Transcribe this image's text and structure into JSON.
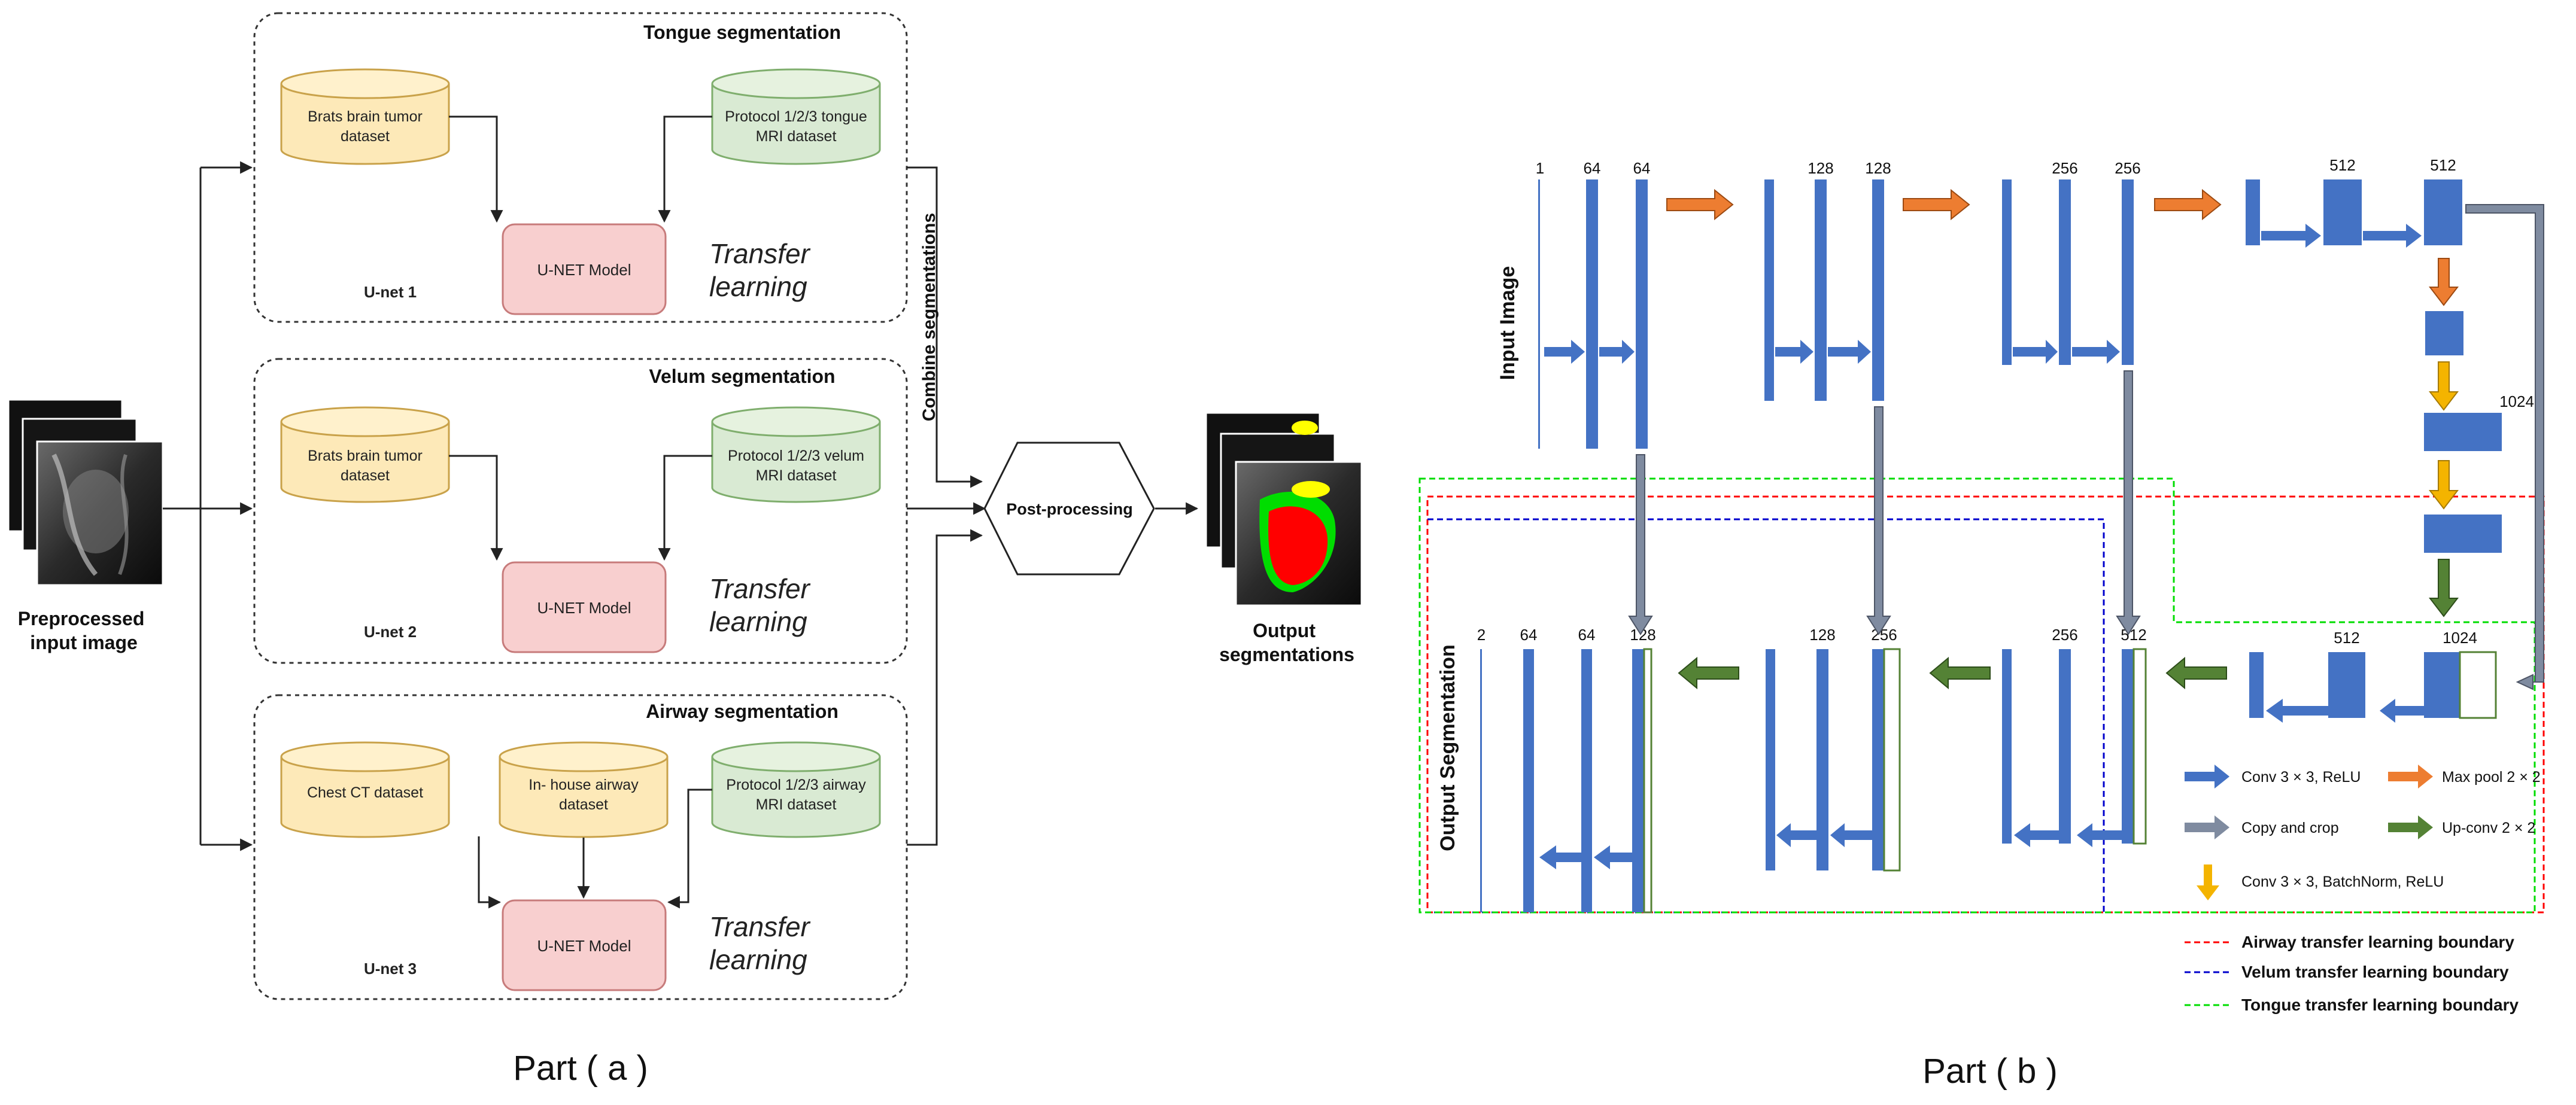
{
  "part_a": {
    "caption": "Part ( a )",
    "input_label": [
      "Preprocessed",
      "input image"
    ],
    "output_label": [
      "Output",
      "segmentations"
    ],
    "combine_label": "Combine segmentations",
    "postprocess_label": "Post-processing",
    "groups": {
      "tongue": {
        "title": "Tongue segmentation",
        "net": "U-net 1",
        "model": "U-NET Model",
        "transfer": [
          "Transfer",
          "learning"
        ],
        "ds1": [
          "Brats brain tumor",
          "dataset"
        ],
        "ds2": [
          "Protocol 1/2/3 tongue",
          "MRI dataset"
        ]
      },
      "velum": {
        "title": "Velum segmentation",
        "net": "U-net 2",
        "model": "U-NET Model",
        "transfer": [
          "Transfer",
          "learning"
        ],
        "ds1": [
          "Brats brain tumor",
          "dataset"
        ],
        "ds2": [
          "Protocol 1/2/3 velum",
          "MRI dataset"
        ]
      },
      "airway": {
        "title": "Airway segmentation",
        "net": "U-net 3",
        "model": "U-NET Model",
        "transfer": [
          "Transfer",
          "learning"
        ],
        "ds1": [
          "Chest CT dataset"
        ],
        "ds_mid": [
          "In- house airway",
          "dataset"
        ],
        "ds2": [
          "Protocol 1/2/3 airway",
          "MRI dataset"
        ]
      }
    }
  },
  "part_b": {
    "caption": "Part ( b )",
    "input_label": "Input Image",
    "output_label": "Output Segmentation",
    "channels_top": {
      "l1_in": "1",
      "l1a": "64",
      "l1b": "64",
      "l2a": "128",
      "l2b": "128",
      "l3a": "256",
      "l3b": "256",
      "l4a": "512",
      "l4b": "512",
      "bottom": "1024"
    },
    "channels_bottom": {
      "d4a": "1024",
      "d4b": "512",
      "d3a": "512",
      "d3b": "256",
      "d2a": "256",
      "d2b": "128",
      "d1a": "128",
      "d1b": "64",
      "d1c": "64",
      "d1out": "2"
    },
    "legend": {
      "conv": "Conv 3 × 3, ReLU",
      "maxpool": "Max pool 2 × 2",
      "copy": "Copy and crop",
      "upconv": "Up-conv 2 × 2",
      "conv_bn": "Conv 3 × 3, BatchNorm, ReLU",
      "airway": "Airway transfer learning boundary",
      "velum": "Velum transfer learning boundary",
      "tongue": "Tongue transfer learning boundary"
    },
    "colors": {
      "conv": "#4472c4",
      "maxpool": "#ed7d31",
      "copy": "#7f8ba0",
      "upconv": "#548235",
      "conv_bn": "#f4b400",
      "airway": "#ff0000",
      "velum": "#0000cc",
      "tongue": "#00dd00"
    }
  }
}
